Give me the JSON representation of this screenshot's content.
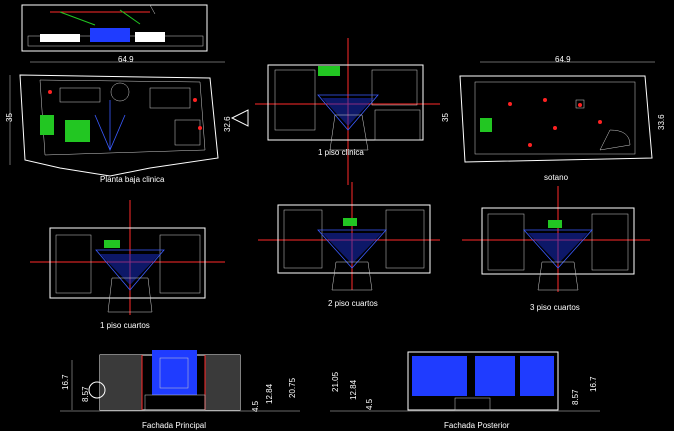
{
  "drawing": {
    "labels": {
      "planta_baja": "Planta baja clinica",
      "piso1_clinica": "1 piso clinica",
      "sotano": "sotano",
      "piso1_cuartos": "1 piso cuartos",
      "piso2_cuartos": "2 piso cuartos",
      "piso3_cuartos": "3 piso cuartos",
      "fachada_principal": "Fachada Principal",
      "fachada_posterior": "Fachada Posterior"
    },
    "dimensions": {
      "planta_width": "64.9",
      "planta_left": "35",
      "planta_right": "32.6",
      "sotano_width": "64.9",
      "sotano_left": "35",
      "sotano_right": "33.6",
      "fp_a": "16.7",
      "fp_b": "8.57",
      "fp_c": "4.5",
      "fp_d": "12.84",
      "fp_e": "20.75",
      "fb_a": "21.05",
      "fb_b": "12.84",
      "fb_c": "4.5",
      "fb_d": "8.57",
      "fb_e": "16.7"
    },
    "colors": {
      "background": "#000000",
      "walls": "#ffffff",
      "axes": "#ff2a2a",
      "glazing": "#1f3cff",
      "landscape": "#22c622"
    }
  }
}
